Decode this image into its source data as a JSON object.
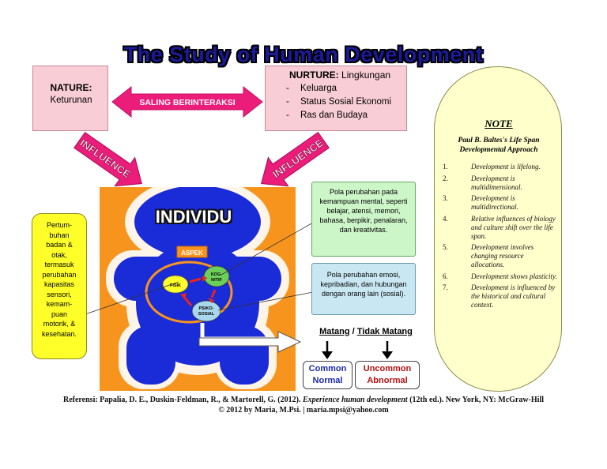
{
  "title": "The Study of Human Development",
  "nature": {
    "label": "NATURE:",
    "value": "Keturunan"
  },
  "interaction_label": "SALING BERINTERAKSI",
  "nurture": {
    "label": "NURTURE:",
    "value": "Lingkungan",
    "items": [
      "Keluarga",
      "Status Sosial Ekonomi",
      "Ras dan Budaya"
    ]
  },
  "influence_label": "INFLUENCE",
  "individu_label": "INDIVIDU",
  "aspek": {
    "label": "ASPEK",
    "fisik": "FISIK",
    "kognitif": "KOG-\nNITIF",
    "psikososial": "PSIKO-\nSOSIAL"
  },
  "fisik_text": "Pertum-\nbuhan\nbadan &\notak,\ntermasuk\nperubahan\nkapasitas\nsensori,\nkemam-\npuan\nmotorik, &\nkesehatan.",
  "kognitif_text": "Pola perubahan pada kemampuan mental, seperti belajar, atensi, memori, bahasa, berpikir, penalaran, dan kreativitas.",
  "psikososial_text": "Pola perubahan emosi, kepribadian, dan hubungan dengan orang lain (sosial).",
  "matang": {
    "left": "Matang",
    "sep": " / ",
    "right": "Tidak Matang"
  },
  "common": {
    "line1": "Common",
    "line2": "Normal"
  },
  "uncommon": {
    "line1": "Uncommon",
    "line2": "Abnormal"
  },
  "note": {
    "title": "NOTE",
    "subtitle": "Paul B. Baltes's Life Span Developmental Approach",
    "items": [
      {
        "n": "1.",
        "text": "Development is lifelong."
      },
      {
        "n": "2.",
        "text": "Development is multidimensional."
      },
      {
        "n": "3.",
        "text": "Development is multidirectional."
      },
      {
        "n": "4.",
        "text": "Relative influences of biology and culture shift over the life span."
      },
      {
        "n": "5.",
        "text": "Development involves changing resource allocations."
      },
      {
        "n": "6.",
        "text": "Development shows plasticity."
      },
      {
        "n": "7.",
        "text": "Development is influenced by the historical and cultural context."
      }
    ]
  },
  "reference": {
    "pre": "Referensi: Papalia, D. E., Duskin-Feldman, R., & Martorell, G. (2012). ",
    "book": "Experience human development",
    "post": " (12th ed.). New York, NY: McGraw-Hill"
  },
  "copyright": "© 2012 by Maria, M.Psi. | maria.mpsi@yahoo.com",
  "colors": {
    "title": "#1a1a9a",
    "pink_box": "#f9cdd6",
    "arrow_magenta": "#ec1c7a",
    "orange": "#f7941d",
    "figure_blue": "#1a2bd8",
    "note_bg": "#ffffcc",
    "common": "#1a2aa8",
    "uncommon": "#b51010"
  }
}
